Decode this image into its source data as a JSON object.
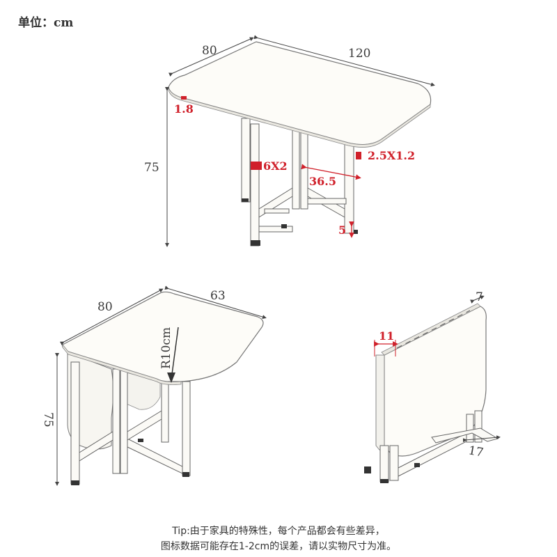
{
  "unit_label": "单位：cm",
  "table_open": {
    "width": "120",
    "depth": "80",
    "height": "75",
    "top_thickness": "1.8",
    "leg_size": "6X2",
    "beam_size": "2.5X1.2",
    "leg_spacing": "36.5",
    "foot_height": "5"
  },
  "table_half": {
    "depth": "80",
    "width": "63",
    "height": "75",
    "corner_radius": "R10cm"
  },
  "table_folded": {
    "thickness": "7",
    "panel_offset": "11",
    "base_depth": "17"
  },
  "tip": {
    "line1": "Tip:由于家具的特殊性，每个产品都会有些差异，",
    "line2": "图标数据可能存在1-2cm的误差，请以实物尺寸为准。"
  },
  "colors": {
    "accent": "#d0202a",
    "outline": "#555555",
    "surface": "#fdfcf8"
  }
}
